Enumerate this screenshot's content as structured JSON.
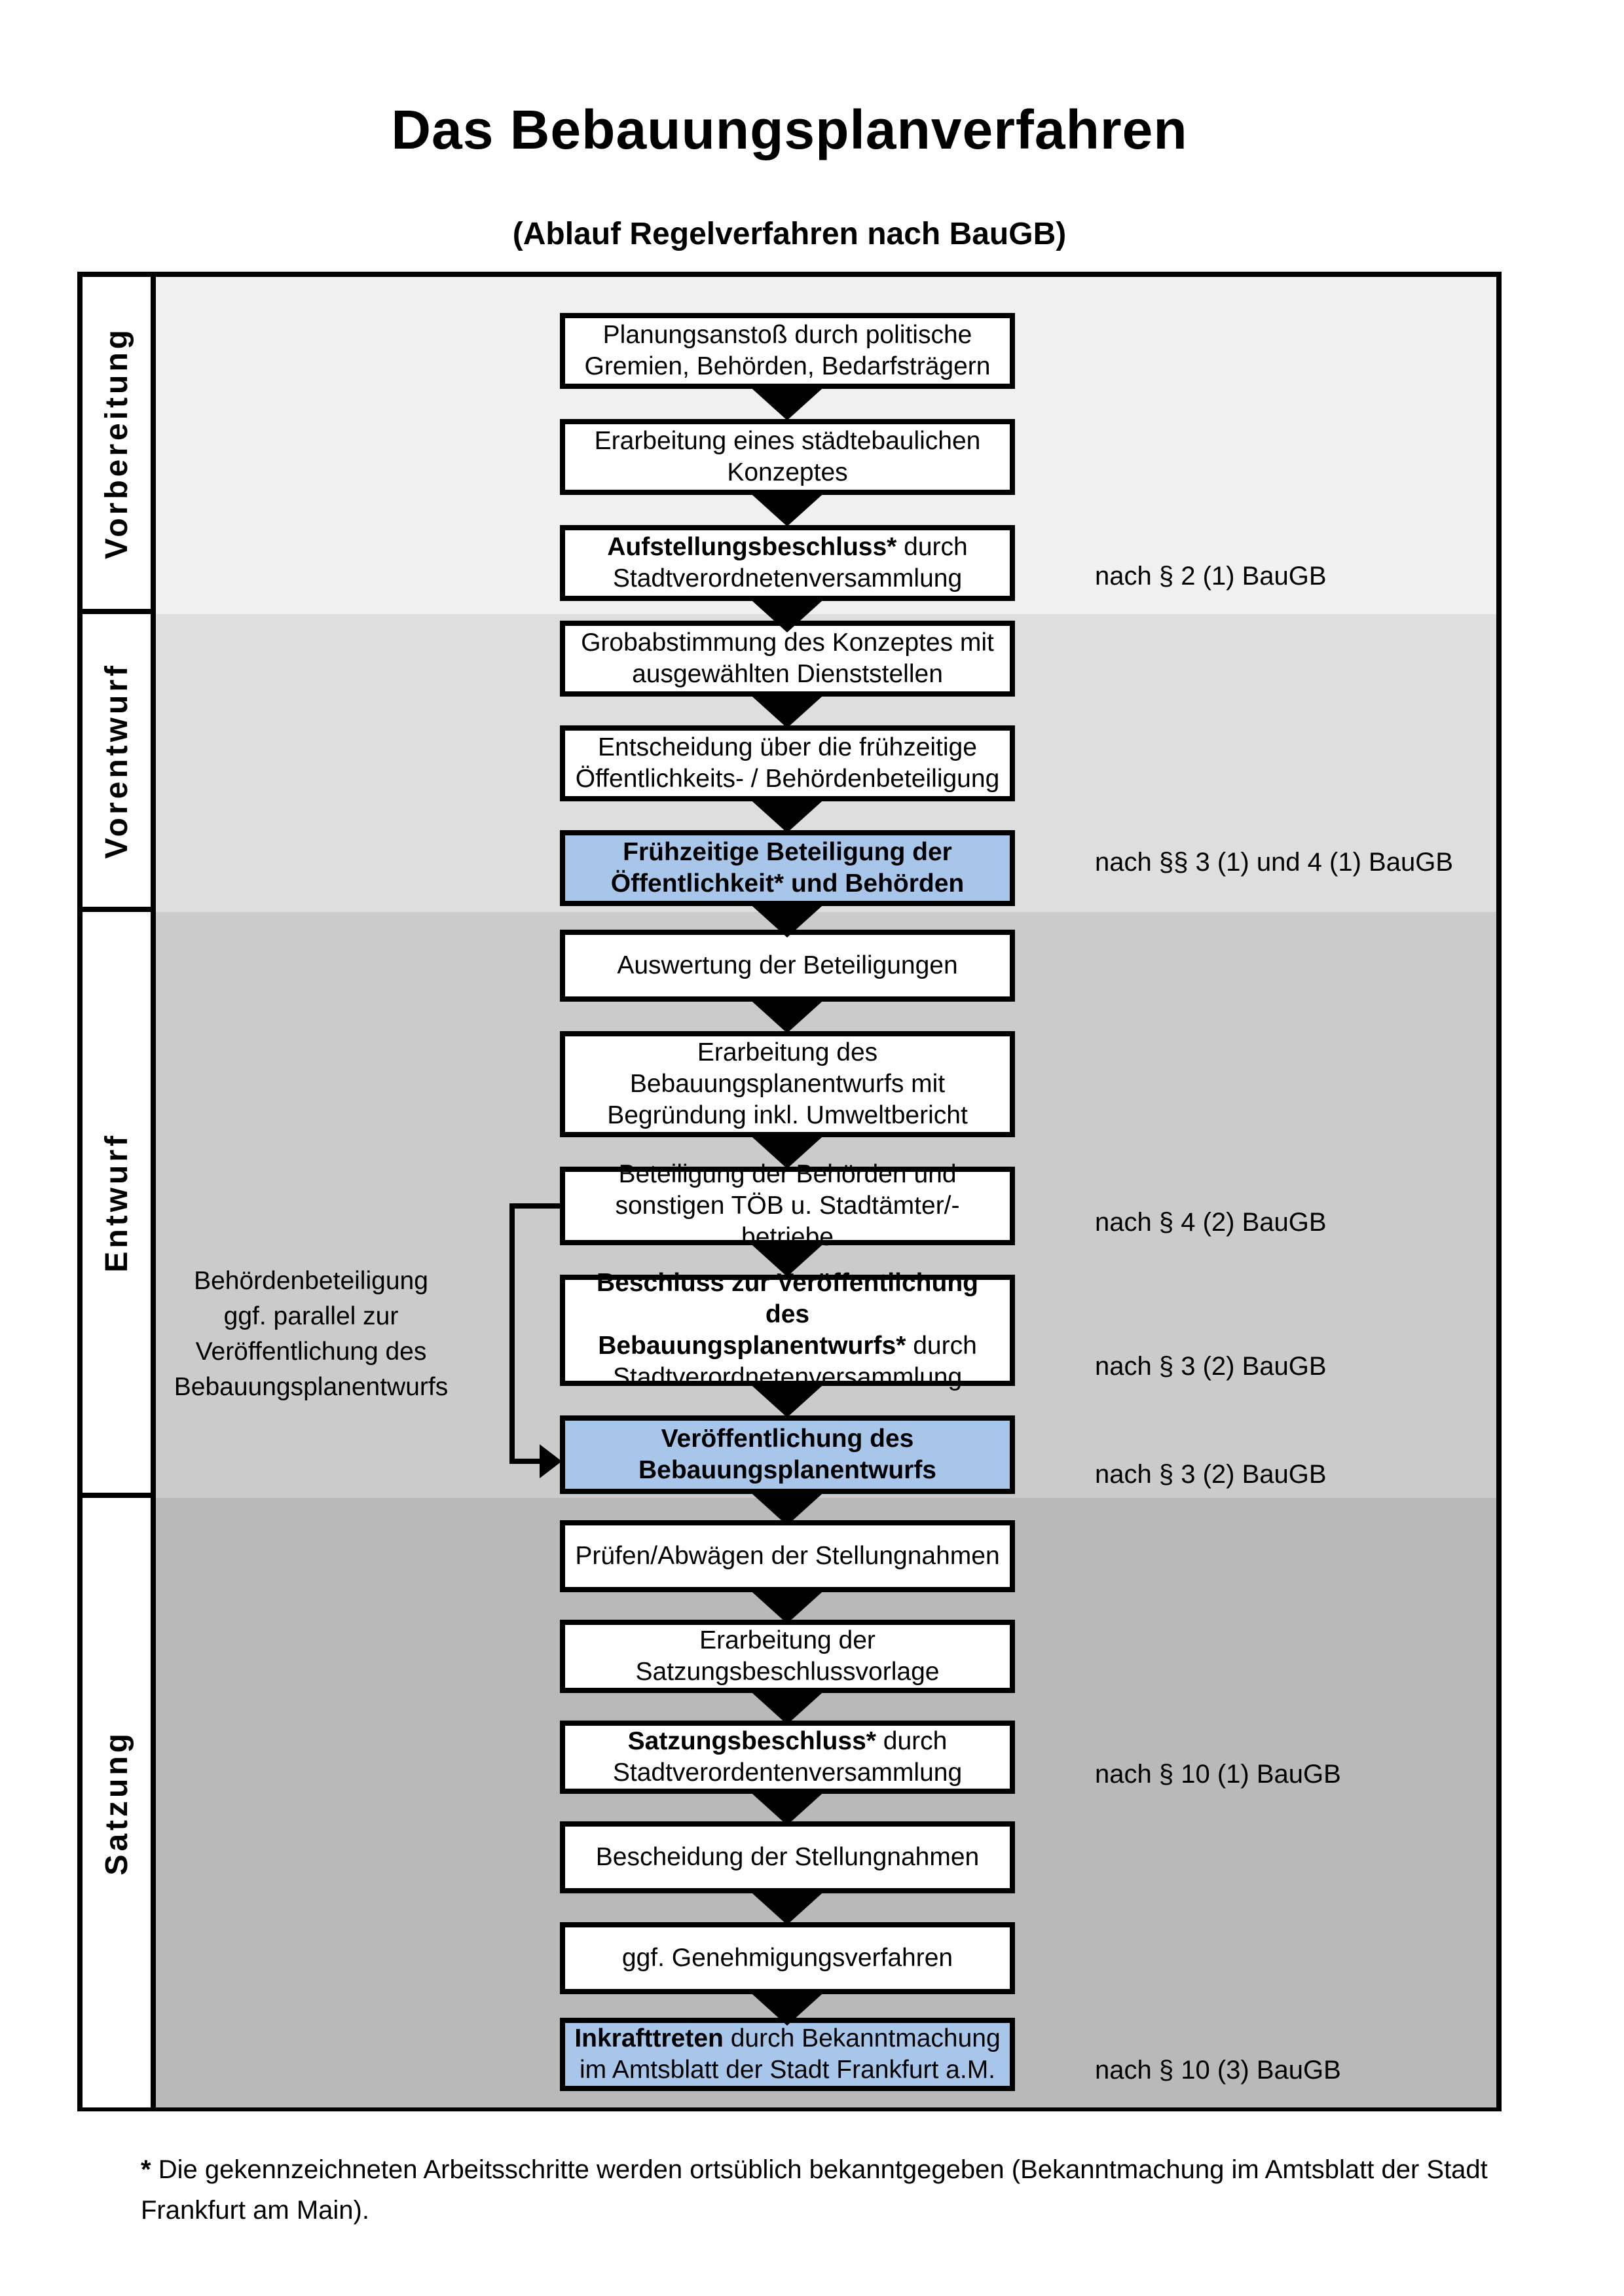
{
  "header": {
    "title": "Das Bebauungsplanverfahren",
    "subtitle": "(Ablauf Regelverfahren nach BauGB)"
  },
  "phases": [
    {
      "label": "Vorbereitung"
    },
    {
      "label": "Vorentwurf"
    },
    {
      "label": "Entwurf"
    },
    {
      "label": "Satzung"
    }
  ],
  "boxes": [
    {
      "text": "Planungsanstoß durch politische\nGremien, Behörden, Bedarfsträgern"
    },
    {
      "text": "Erarbeitung eines städtebaulichen\nKonzeptes"
    },
    {
      "bold": "Aufstellungsbeschluss*",
      "rest": " durch\nStadtverordnetenversammlung"
    },
    {
      "text": "Grobabstimmung des Konzeptes mit\nausgewählten Dienststellen"
    },
    {
      "text": "Entscheidung über die frühzeitige\nÖffentlichkeits- / Behördenbeteiligung"
    },
    {
      "text": "Frühzeitige Beteiligung der\nÖffentlichkeit* und Behörden"
    },
    {
      "text": "Auswertung der Beteiligungen"
    },
    {
      "text": "Erarbeitung des\nBebauungsplanentwurfs mit\nBegründung inkl. Umweltbericht"
    },
    {
      "text": "Beteiligung der Behörden und\nsonstigen TÖB u. Stadtämter/-betriebe"
    },
    {
      "bold": "Beschluss zur Veröffentlichung des\nBebauungsplanentwurfs*",
      "rest": " durch\nStadtverordnetenversammlung"
    },
    {
      "text": "Veröffentlichung des\nBebauungsplanentwurfs"
    },
    {
      "text": "Prüfen/Abwägen der Stellungnahmen"
    },
    {
      "text": "Erarbeitung der\nSatzungsbeschlussvorlage"
    },
    {
      "bold": "Satzungsbeschluss*",
      "rest": " durch\nStadtverordentenversammlung"
    },
    {
      "text": "Bescheidung der Stellungnahmen"
    },
    {
      "text": "ggf. Genehmigungsverfahren"
    },
    {
      "bold": "Inkrafttreten",
      "rest": " durch Bekanntmachung\nim Amtsblatt der Stadt Frankfurt a.M."
    }
  ],
  "annotations": [
    {
      "text": "nach § 2 (1) BauGB"
    },
    {
      "text": "nach §§ 3 (1) und 4 (1) BauGB"
    },
    {
      "text": "nach § 4 (2) BauGB"
    },
    {
      "text": "nach § 3 (2) BauGB"
    },
    {
      "text": "nach § 3 (2) BauGB"
    },
    {
      "text": "nach § 10 (1) BauGB"
    },
    {
      "text": "nach § 10 (3) BauGB"
    }
  ],
  "side_note": {
    "text": "Behördenbeteiligung\nggf. parallel zur\nVeröffentlichung des\nBebauungsplanentwurfs"
  },
  "footnote": {
    "star": "*",
    "text": " Die gekennzeichneten Arbeitsschritte werden ortsüblich bekanntgegeben (Bekanntmachung im Amtsblatt  der Stadt\nFrankfurt am Main)."
  },
  "colors": {
    "highlight_box": "#a7c6ea",
    "border": "#000000",
    "phase_bg": [
      "#f0f0f0",
      "#dedede",
      "#cbcbcb",
      "#b9b9b9"
    ]
  }
}
